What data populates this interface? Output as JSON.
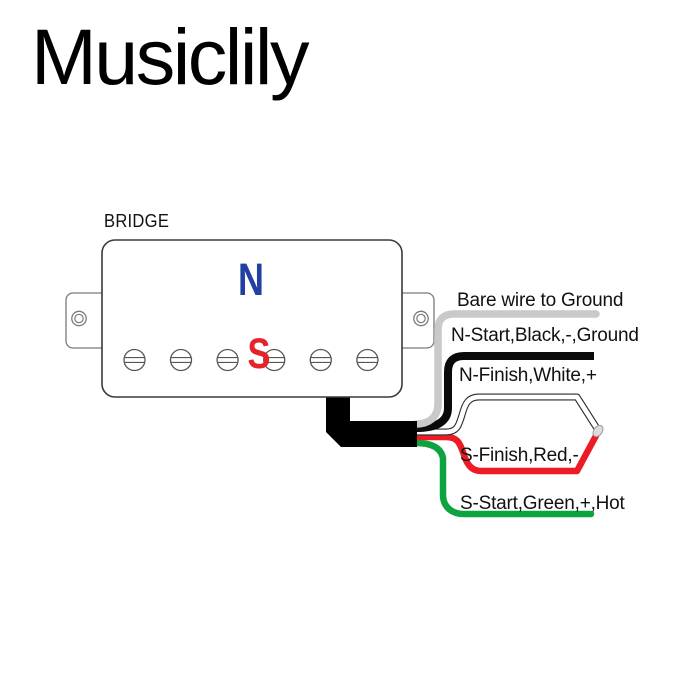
{
  "brand": {
    "logo": "Musiclily"
  },
  "diagram": {
    "pickup_position_label": "BRIDGE",
    "pole_labels": {
      "north": "N",
      "south": "S"
    },
    "wires": [
      {
        "id": "bare",
        "label": "Bare wire to Ground"
      },
      {
        "id": "black",
        "label": "N-Start,Black,-,Ground"
      },
      {
        "id": "white",
        "label": "N-Finish,White,+"
      },
      {
        "id": "red",
        "label": "S-Finish,Red,-"
      },
      {
        "id": "green",
        "label": "S-Start,Green,+,Hot"
      }
    ],
    "colors": {
      "north": "#2140a2",
      "south": "#e6222a",
      "wire_bare": "#c9c9c9",
      "wire_black": "#0a0a0a",
      "wire_white_outline": "#2b2b2b",
      "wire_white_core": "#ffffff",
      "wire_red": "#ed1c24",
      "wire_green": "#0da440",
      "cable": "#000000"
    }
  }
}
